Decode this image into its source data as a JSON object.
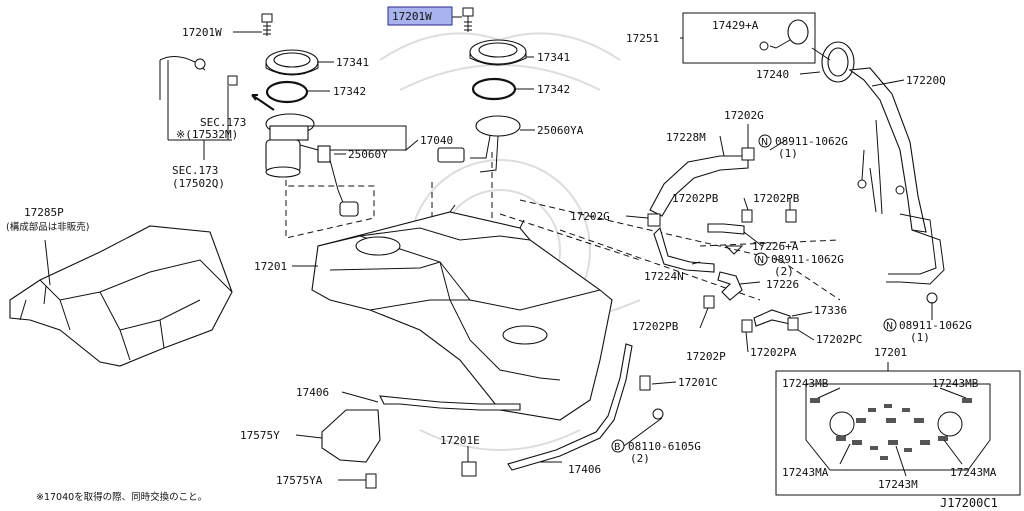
{
  "labels": {
    "p17201W_left": "17201W",
    "p17201W_top": "17201W",
    "p17341_left": "17341",
    "p17341_right": "17341",
    "p17342_left": "17342",
    "p17342_right": "17342",
    "p17251": "17251",
    "p17429A": "17429+A",
    "p17240": "17240",
    "p17220Q": "17220Q",
    "sec173_a": "SEC.173",
    "sec173_a_sub": "※(17532M)",
    "sec173_b": "SEC.173",
    "sec173_b_sub": "(17502Q)",
    "p17040": "17040",
    "p25060YA": "25060YA",
    "p25060Y": "25060Y",
    "p17202G_top": "17202G",
    "p17228M": "17228M",
    "p08911_a": "08911-1062G",
    "p08911_a_qty": "(1)",
    "p17285P": "17285P",
    "p17285P_note": "(構成部品は非販売)",
    "p17202PB_a": "17202PB",
    "p17202PB_b": "17202PB",
    "p17202G_mid": "17202G",
    "p17201": "17201",
    "p17226A": "17226+A",
    "p08911_b": "08911-1062G",
    "p08911_b_qty": "(2)",
    "p17224N": "17224N",
    "p17226": "17226",
    "p17336": "17336",
    "p17202PB_c": "17202PB",
    "p17202PC": "17202PC",
    "p08911_c": "08911-1062G",
    "p08911_c_qty": "(1)",
    "p17202P": "17202P",
    "p17202PA": "17202PA",
    "p17201_inset": "17201",
    "p17406_a": "17406",
    "p17201C": "17201C",
    "p17575Y": "17575Y",
    "p17201E": "17201E",
    "p08110": "08110-6105G",
    "p08110_qty": "(2)",
    "p17406_b": "17406",
    "p17575YA": "17575YA",
    "p17243MB_a": "17243MB",
    "p17243MB_b": "17243MB",
    "p17243MA_a": "17243MA",
    "p17243M": "17243M",
    "p17243MA_b": "17243MA",
    "callout_N": "N",
    "callout_B": "B"
  },
  "footnote": "※17040を取得の際、同時交換のこと。",
  "diagram_code": "J17200C1",
  "colors": {
    "highlight": "#a9b4ef",
    "ink": "#111111"
  }
}
